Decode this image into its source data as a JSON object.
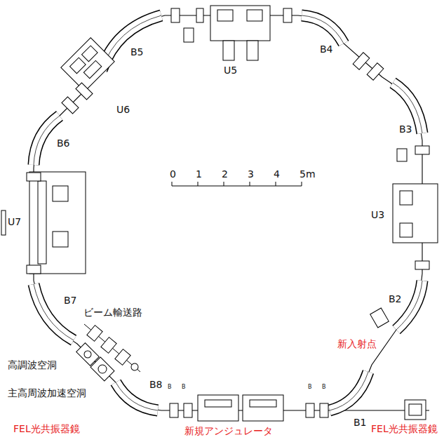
{
  "diagram": {
    "labels": [
      "B5",
      "B4",
      "U5",
      "U6",
      "B3",
      "B6",
      "0",
      "1",
      "2",
      "3",
      "4",
      "5m",
      "U7",
      "U3",
      "B7",
      "B2",
      "ビーム輸送路",
      "新入射点",
      "高調波空洞",
      "B",
      "B",
      "B",
      "B",
      "B8",
      "主高周波加速空洞",
      "B1",
      "FEL光共振器鏡",
      "新規アンジュレータ",
      "FEL光共振器鏡"
    ]
  }
}
